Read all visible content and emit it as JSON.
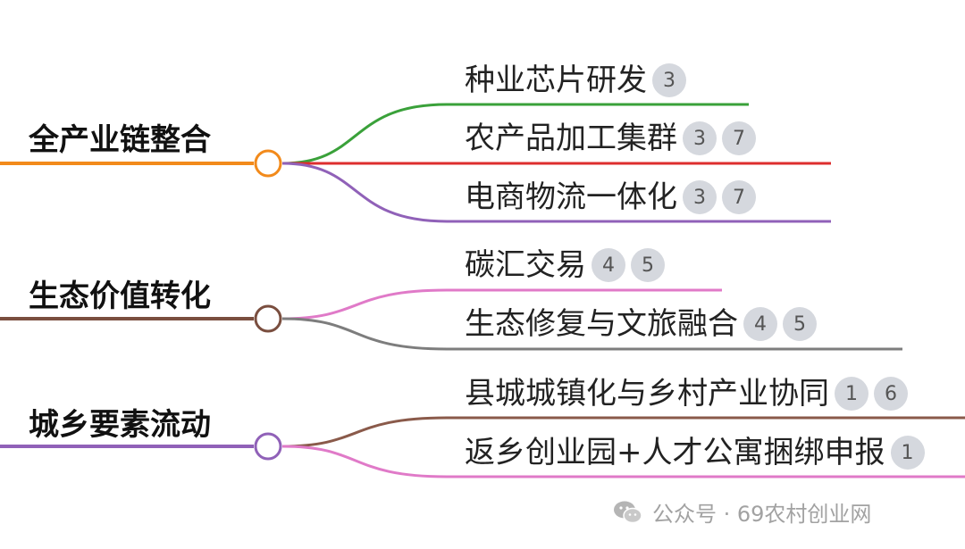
{
  "branches": [
    {
      "title": "全产业链整合",
      "color": "#f28a1b",
      "leaves": [
        {
          "text": "种业芯片研发",
          "badges": [
            "3"
          ],
          "color": "#3aa13a"
        },
        {
          "text": "农产品加工集群",
          "badges": [
            "3",
            "7"
          ],
          "color": "#dd2e2e"
        },
        {
          "text": "电商物流一体化",
          "badges": [
            "3",
            "7"
          ],
          "color": "#9061b8"
        }
      ]
    },
    {
      "title": "生态价值转化",
      "color": "#7a4e3f",
      "leaves": [
        {
          "text": "碳汇交易",
          "badges": [
            "4",
            "5"
          ],
          "color": "#e07ac8"
        },
        {
          "text": "生态修复与文旅融合",
          "badges": [
            "4",
            "5"
          ],
          "color": "#7d7d7d"
        }
      ]
    },
    {
      "title": "城乡要素流动",
      "color": "#9061b8",
      "leaves": [
        {
          "text": "县城城镇化与乡村产业协同",
          "badges": [
            "1",
            "6"
          ],
          "color": "#8a5a4a"
        },
        {
          "text": "返乡创业园+人才公寓捆绑申报",
          "badges": [
            "1"
          ],
          "color": "#e07ac8"
        }
      ]
    }
  ],
  "watermark": {
    "icon": "wechat-icon",
    "text": "公众号 · 69农村创业网"
  }
}
